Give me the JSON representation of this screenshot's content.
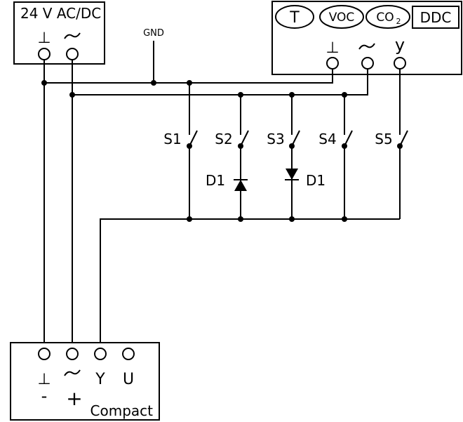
{
  "supply": {
    "title": "24 V AC/DC",
    "ground_symbol": "⊥",
    "ac_symbol": "~"
  },
  "gnd_label": "GND",
  "ddc_module": {
    "sensors": [
      "T",
      "VOC",
      "CO",
      "2"
    ],
    "ddc_label": "DDC",
    "ground_symbol": "⊥",
    "ac_symbol": "~",
    "signal_symbol": "y"
  },
  "switches": [
    "S1",
    "S2",
    "S3",
    "S4",
    "S5"
  ],
  "diodes": [
    "D1",
    "D1"
  ],
  "compact": {
    "terminals": [
      "⊥",
      "~",
      "Y",
      "U"
    ],
    "minus": "-",
    "plus": "+",
    "name": "Compact"
  }
}
